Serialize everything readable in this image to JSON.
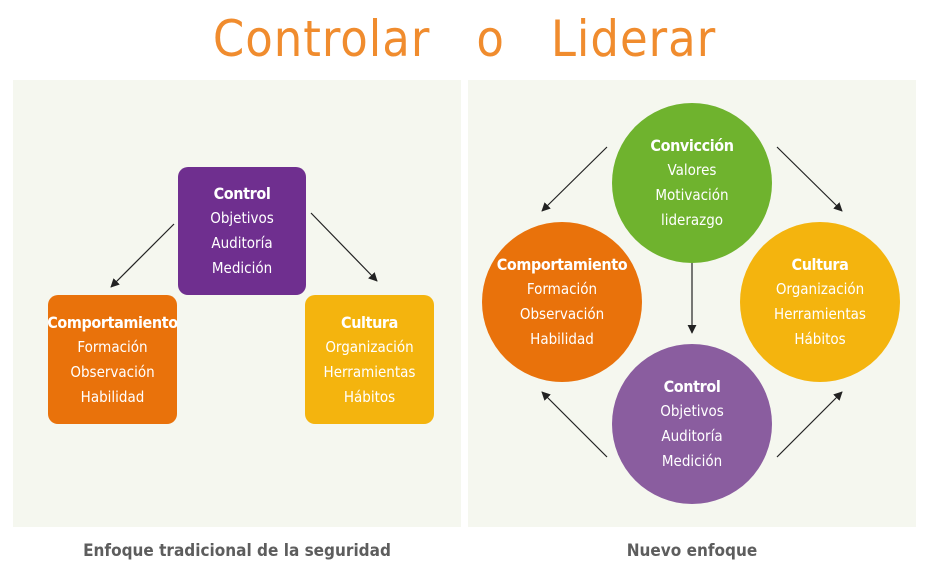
{
  "title": {
    "left": "Controlar",
    "middle": "o",
    "right": "Liderar"
  },
  "colors": {
    "title": "#f08c2e",
    "control_box": "#6f2f8f",
    "comportamiento": "#e9720b",
    "cultura": "#f4b40e",
    "conviccion": "#6fb32e",
    "control_circle": "#8a5d9f",
    "panel_bg": "#f5f7ef",
    "caption": "#5d5d5d"
  },
  "traditional": {
    "caption": "Enfoque tradicional de la seguridad",
    "control": {
      "heading": "Control",
      "items": [
        "Objetivos",
        "Auditoría",
        "Medición"
      ]
    },
    "comportamiento": {
      "heading": "Comportamiento",
      "items": [
        "Formación",
        "Observación",
        "Habilidad"
      ]
    },
    "cultura": {
      "heading": "Cultura",
      "items": [
        "Organización",
        "Herramientas",
        "Hábitos"
      ]
    }
  },
  "new_approach": {
    "caption": "Nuevo enfoque",
    "conviccion": {
      "heading": "Convicción",
      "items": [
        "Valores",
        "Motivación",
        "liderazgo"
      ]
    },
    "comportamiento": {
      "heading": "Comportamiento",
      "items": [
        "Formación",
        "Observación",
        "Habilidad"
      ]
    },
    "cultura": {
      "heading": "Cultura",
      "items": [
        "Organización",
        "Herramientas",
        "Hábitos"
      ]
    },
    "control": {
      "heading": "Control",
      "items": [
        "Objetivos",
        "Auditoría",
        "Medición"
      ]
    }
  }
}
